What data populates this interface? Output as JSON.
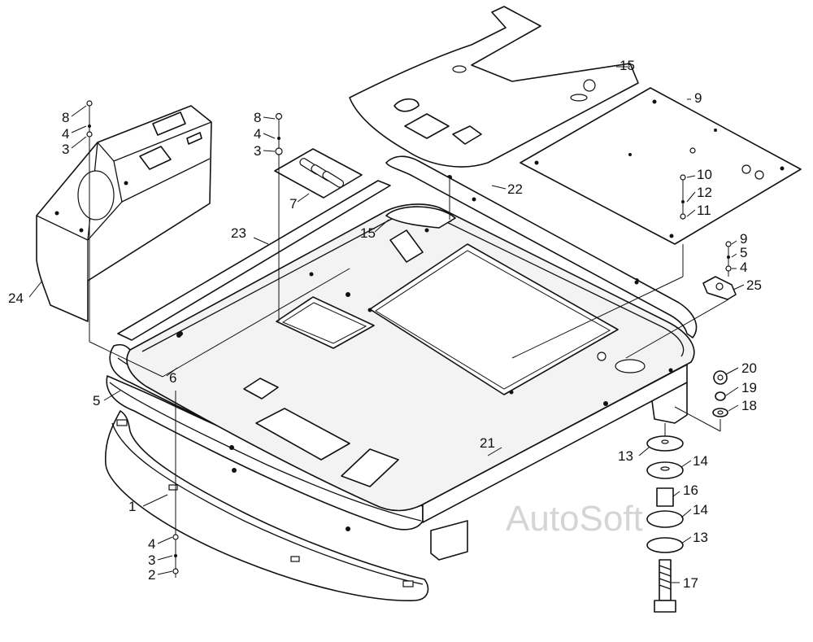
{
  "watermark": "AutoSoft",
  "callouts": [
    {
      "id": "c1",
      "label": "1"
    },
    {
      "id": "c2",
      "label": "2"
    },
    {
      "id": "c3a",
      "label": "3"
    },
    {
      "id": "c3b",
      "label": "3"
    },
    {
      "id": "c3c",
      "label": "3"
    },
    {
      "id": "c4a",
      "label": "4"
    },
    {
      "id": "c4b",
      "label": "4"
    },
    {
      "id": "c4c",
      "label": "4"
    },
    {
      "id": "c4d",
      "label": "4"
    },
    {
      "id": "c5a",
      "label": "5"
    },
    {
      "id": "c5b",
      "label": "5"
    },
    {
      "id": "c6",
      "label": "6"
    },
    {
      "id": "c7",
      "label": "7"
    },
    {
      "id": "c8a",
      "label": "8"
    },
    {
      "id": "c8b",
      "label": "8"
    },
    {
      "id": "c9a",
      "label": "9"
    },
    {
      "id": "c9b",
      "label": "9"
    },
    {
      "id": "c10",
      "label": "10"
    },
    {
      "id": "c11",
      "label": "11"
    },
    {
      "id": "c12",
      "label": "12"
    },
    {
      "id": "c13a",
      "label": "13"
    },
    {
      "id": "c13b",
      "label": "13"
    },
    {
      "id": "c14a",
      "label": "14"
    },
    {
      "id": "c14b",
      "label": "14"
    },
    {
      "id": "c15a",
      "label": "15"
    },
    {
      "id": "c15b",
      "label": "15"
    },
    {
      "id": "c16",
      "label": "16"
    },
    {
      "id": "c17",
      "label": "17"
    },
    {
      "id": "c18",
      "label": "18"
    },
    {
      "id": "c19",
      "label": "19"
    },
    {
      "id": "c20",
      "label": "20"
    },
    {
      "id": "c21",
      "label": "21"
    },
    {
      "id": "c22",
      "label": "22"
    },
    {
      "id": "c23",
      "label": "23"
    },
    {
      "id": "c24",
      "label": "24"
    },
    {
      "id": "c25",
      "label": "25"
    }
  ]
}
